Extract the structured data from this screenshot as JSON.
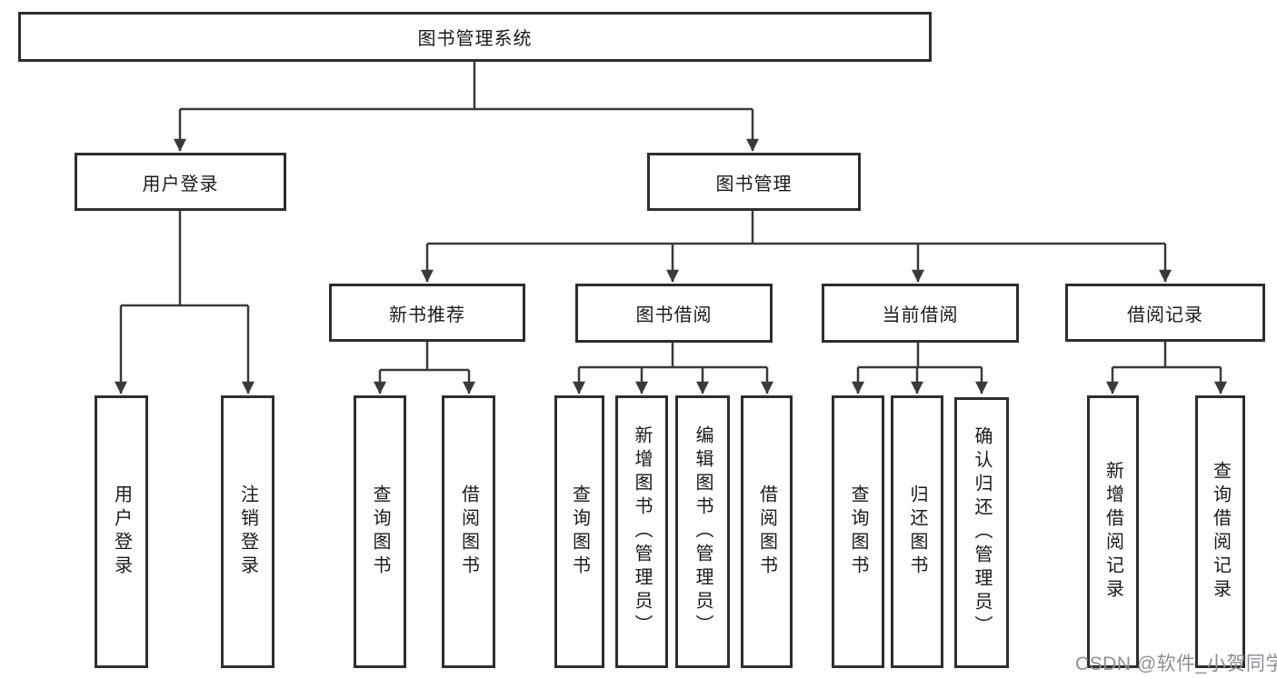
{
  "diagram_type": "hierarchy-tree",
  "tree": {
    "label": "图书管理系统",
    "children": [
      {
        "label": "用户登录",
        "children": [
          {
            "label": "用户登录"
          },
          {
            "label": "注销登录"
          }
        ]
      },
      {
        "label": "图书管理",
        "children": [
          {
            "label": "新书推荐",
            "children": [
              {
                "label": "查询图书"
              },
              {
                "label": "借阅图书"
              }
            ]
          },
          {
            "label": "图书借阅",
            "children": [
              {
                "label": "查询图书"
              },
              {
                "label": "新增图书（管理员）"
              },
              {
                "label": "编辑图书（管理员）"
              },
              {
                "label": "借阅图书"
              }
            ]
          },
          {
            "label": "当前借阅",
            "children": [
              {
                "label": "查询图书"
              },
              {
                "label": "归还图书"
              },
              {
                "label": "确认归还（管理员）"
              }
            ]
          },
          {
            "label": "借阅记录",
            "children": [
              {
                "label": "新增借阅记录"
              },
              {
                "label": "查询借阅记录"
              }
            ]
          }
        ]
      }
    ]
  },
  "watermark": "CSDN @软件_小贺同学",
  "colors": {
    "line": "#3a3a3a",
    "box_border": "#2e2e2e",
    "box_fill": "#ffffff",
    "text": "#1a1a1a",
    "watermark": "#8e8e96"
  }
}
